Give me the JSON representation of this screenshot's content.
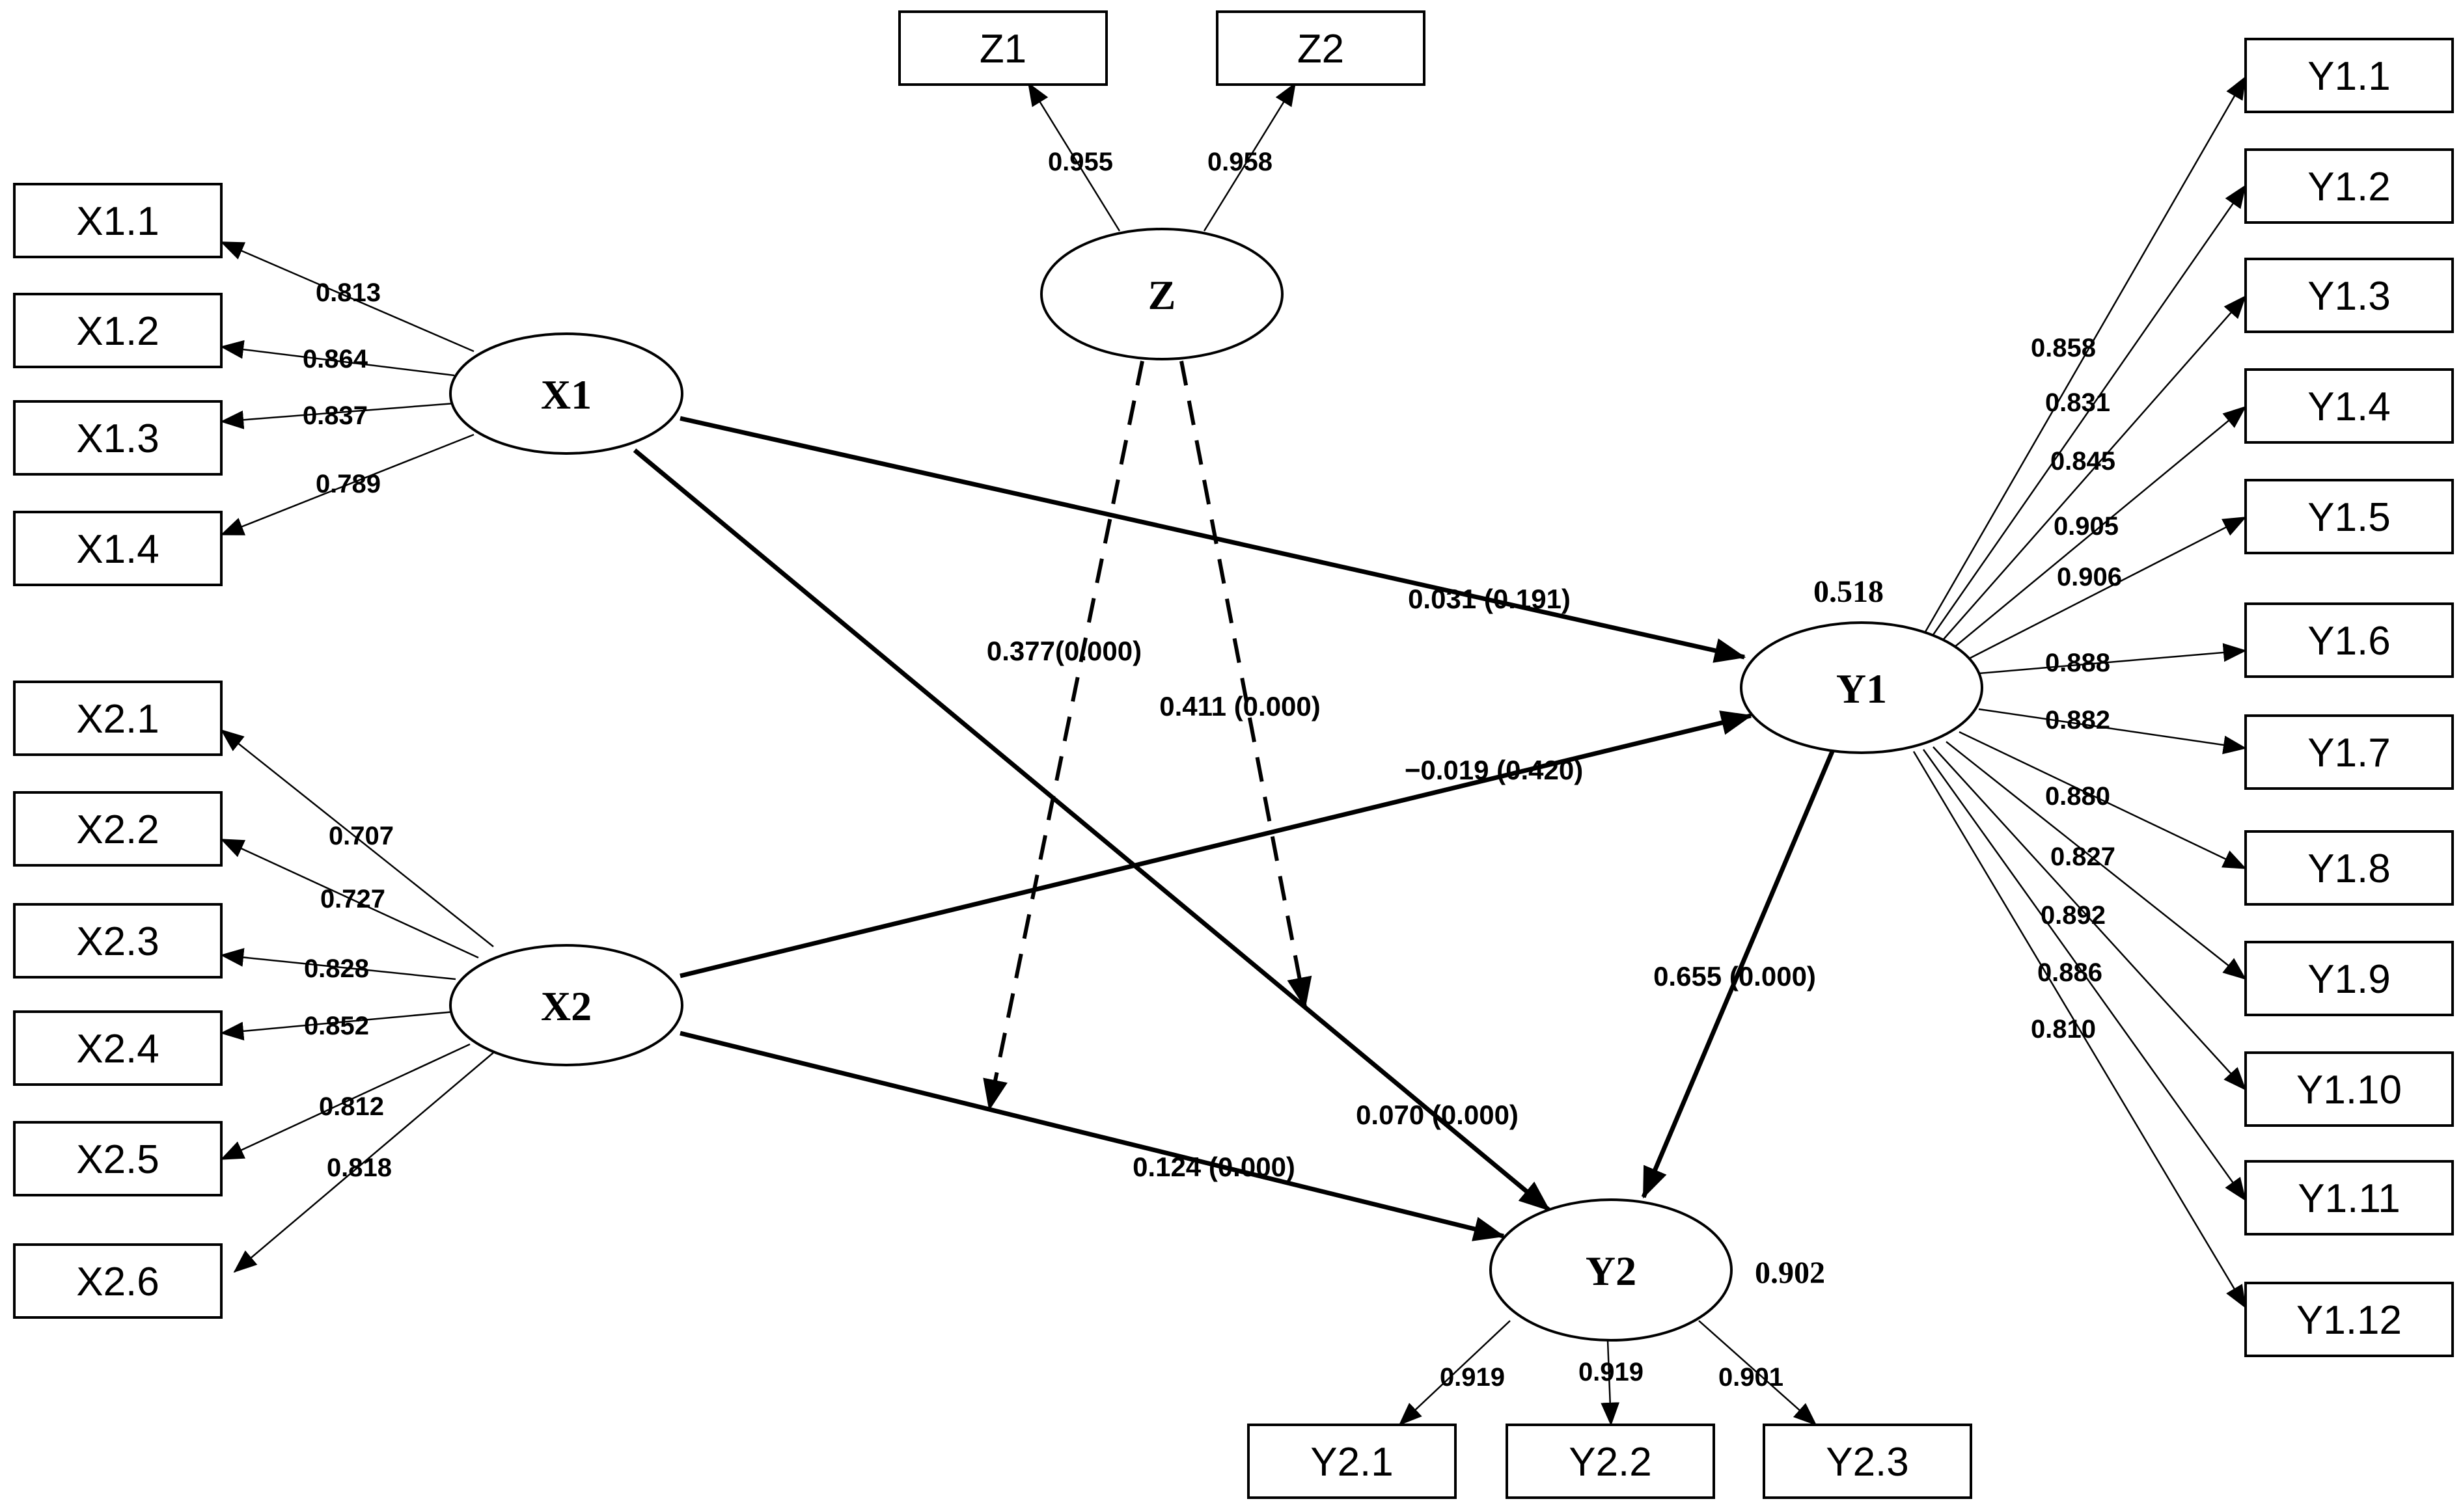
{
  "latent": {
    "X1": {
      "label": "X1"
    },
    "X2": {
      "label": "X2"
    },
    "Z": {
      "label": "Z"
    },
    "Y1": {
      "label": "Y1",
      "r2": "0.518"
    },
    "Y2": {
      "label": "Y2",
      "r2": "0.902"
    }
  },
  "indicators": {
    "X1": [
      {
        "label": "X1.1",
        "loading": "0.813"
      },
      {
        "label": "X1.2",
        "loading": "0.864"
      },
      {
        "label": "X1.3",
        "loading": "0.837"
      },
      {
        "label": "X1.4",
        "loading": "0.789"
      }
    ],
    "X2": [
      {
        "label": "X2.1",
        "loading": "0.707"
      },
      {
        "label": "X2.2",
        "loading": "0.727"
      },
      {
        "label": "X2.3",
        "loading": "0.828"
      },
      {
        "label": "X2.4",
        "loading": "0.852"
      },
      {
        "label": "X2.5",
        "loading": "0.812"
      },
      {
        "label": "X2.6",
        "loading": "0.818"
      }
    ],
    "Z": [
      {
        "label": "Z1",
        "loading": "0.955"
      },
      {
        "label": "Z2",
        "loading": "0.958"
      }
    ],
    "Y1": [
      {
        "label": "Y1.1",
        "loading": "0.858"
      },
      {
        "label": "Y1.2",
        "loading": "0.831"
      },
      {
        "label": "Y1.3",
        "loading": "0.845"
      },
      {
        "label": "Y1.4",
        "loading": "0.905"
      },
      {
        "label": "Y1.5",
        "loading": "0.906"
      },
      {
        "label": "Y1.6",
        "loading": "0.888"
      },
      {
        "label": "Y1.7",
        "loading": "0.882"
      },
      {
        "label": "Y1.8",
        "loading": "0.880"
      },
      {
        "label": "Y1.9",
        "loading": "0.827"
      },
      {
        "label": "Y1.10",
        "loading": "0.892"
      },
      {
        "label": "Y1.11",
        "loading": "0.886"
      },
      {
        "label": "Y1.12",
        "loading": "0.810"
      }
    ],
    "Y2": [
      {
        "label": "Y2.1",
        "loading": "0.919"
      },
      {
        "label": "Y2.2",
        "loading": "0.919"
      },
      {
        "label": "Y2.3",
        "loading": "0.901"
      }
    ]
  },
  "paths": {
    "x1_y1": "0.031 (0.191)",
    "x2_y1": "−0.019 (0.420)",
    "x1_y2": "0.070 (0.000)",
    "x2_y2": "0.124 (0.000)",
    "y1_y2": "0.655 (0.000)",
    "z_x1y2": "0.377(0.000)",
    "z_x1y1": "0.411 (0.000)"
  }
}
